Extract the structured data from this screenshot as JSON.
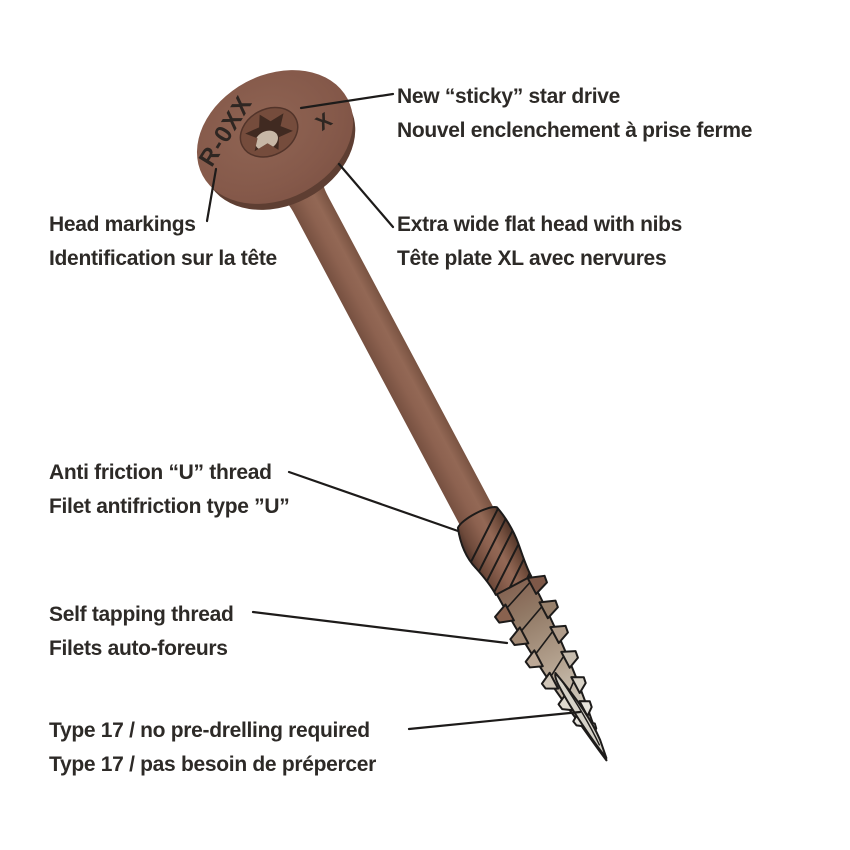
{
  "title": "Structural wood screw feature diagram",
  "screw": {
    "marking_primary": "R-0XX",
    "marking_secondary": "X"
  },
  "colors": {
    "coating": "#8d6250",
    "coating_dark": "#4e332a",
    "steel": "#e9e7e0",
    "outline": "#1d1b1a",
    "text": "#2d2a27",
    "background": "#ffffff"
  },
  "callouts": {
    "star_drive": {
      "en": "New “sticky” star drive",
      "fr": "Nouvel enclenchement à prise ferme"
    },
    "head_markings": {
      "en": "Head markings",
      "fr": "Identification sur la tête"
    },
    "flat_head": {
      "en": "Extra wide flat head with nibs",
      "fr": "Tête plate XL avec nervures"
    },
    "anti_friction": {
      "en": "Anti friction “U” thread",
      "fr": "Filet antifriction type ”U”"
    },
    "self_tapping": {
      "en": "Self tapping thread",
      "fr": "Filets auto-foreurs"
    },
    "type_17": {
      "en": "Type 17 / no pre-drelling required",
      "fr": "Type 17 / pas besoin de prépercer"
    }
  }
}
